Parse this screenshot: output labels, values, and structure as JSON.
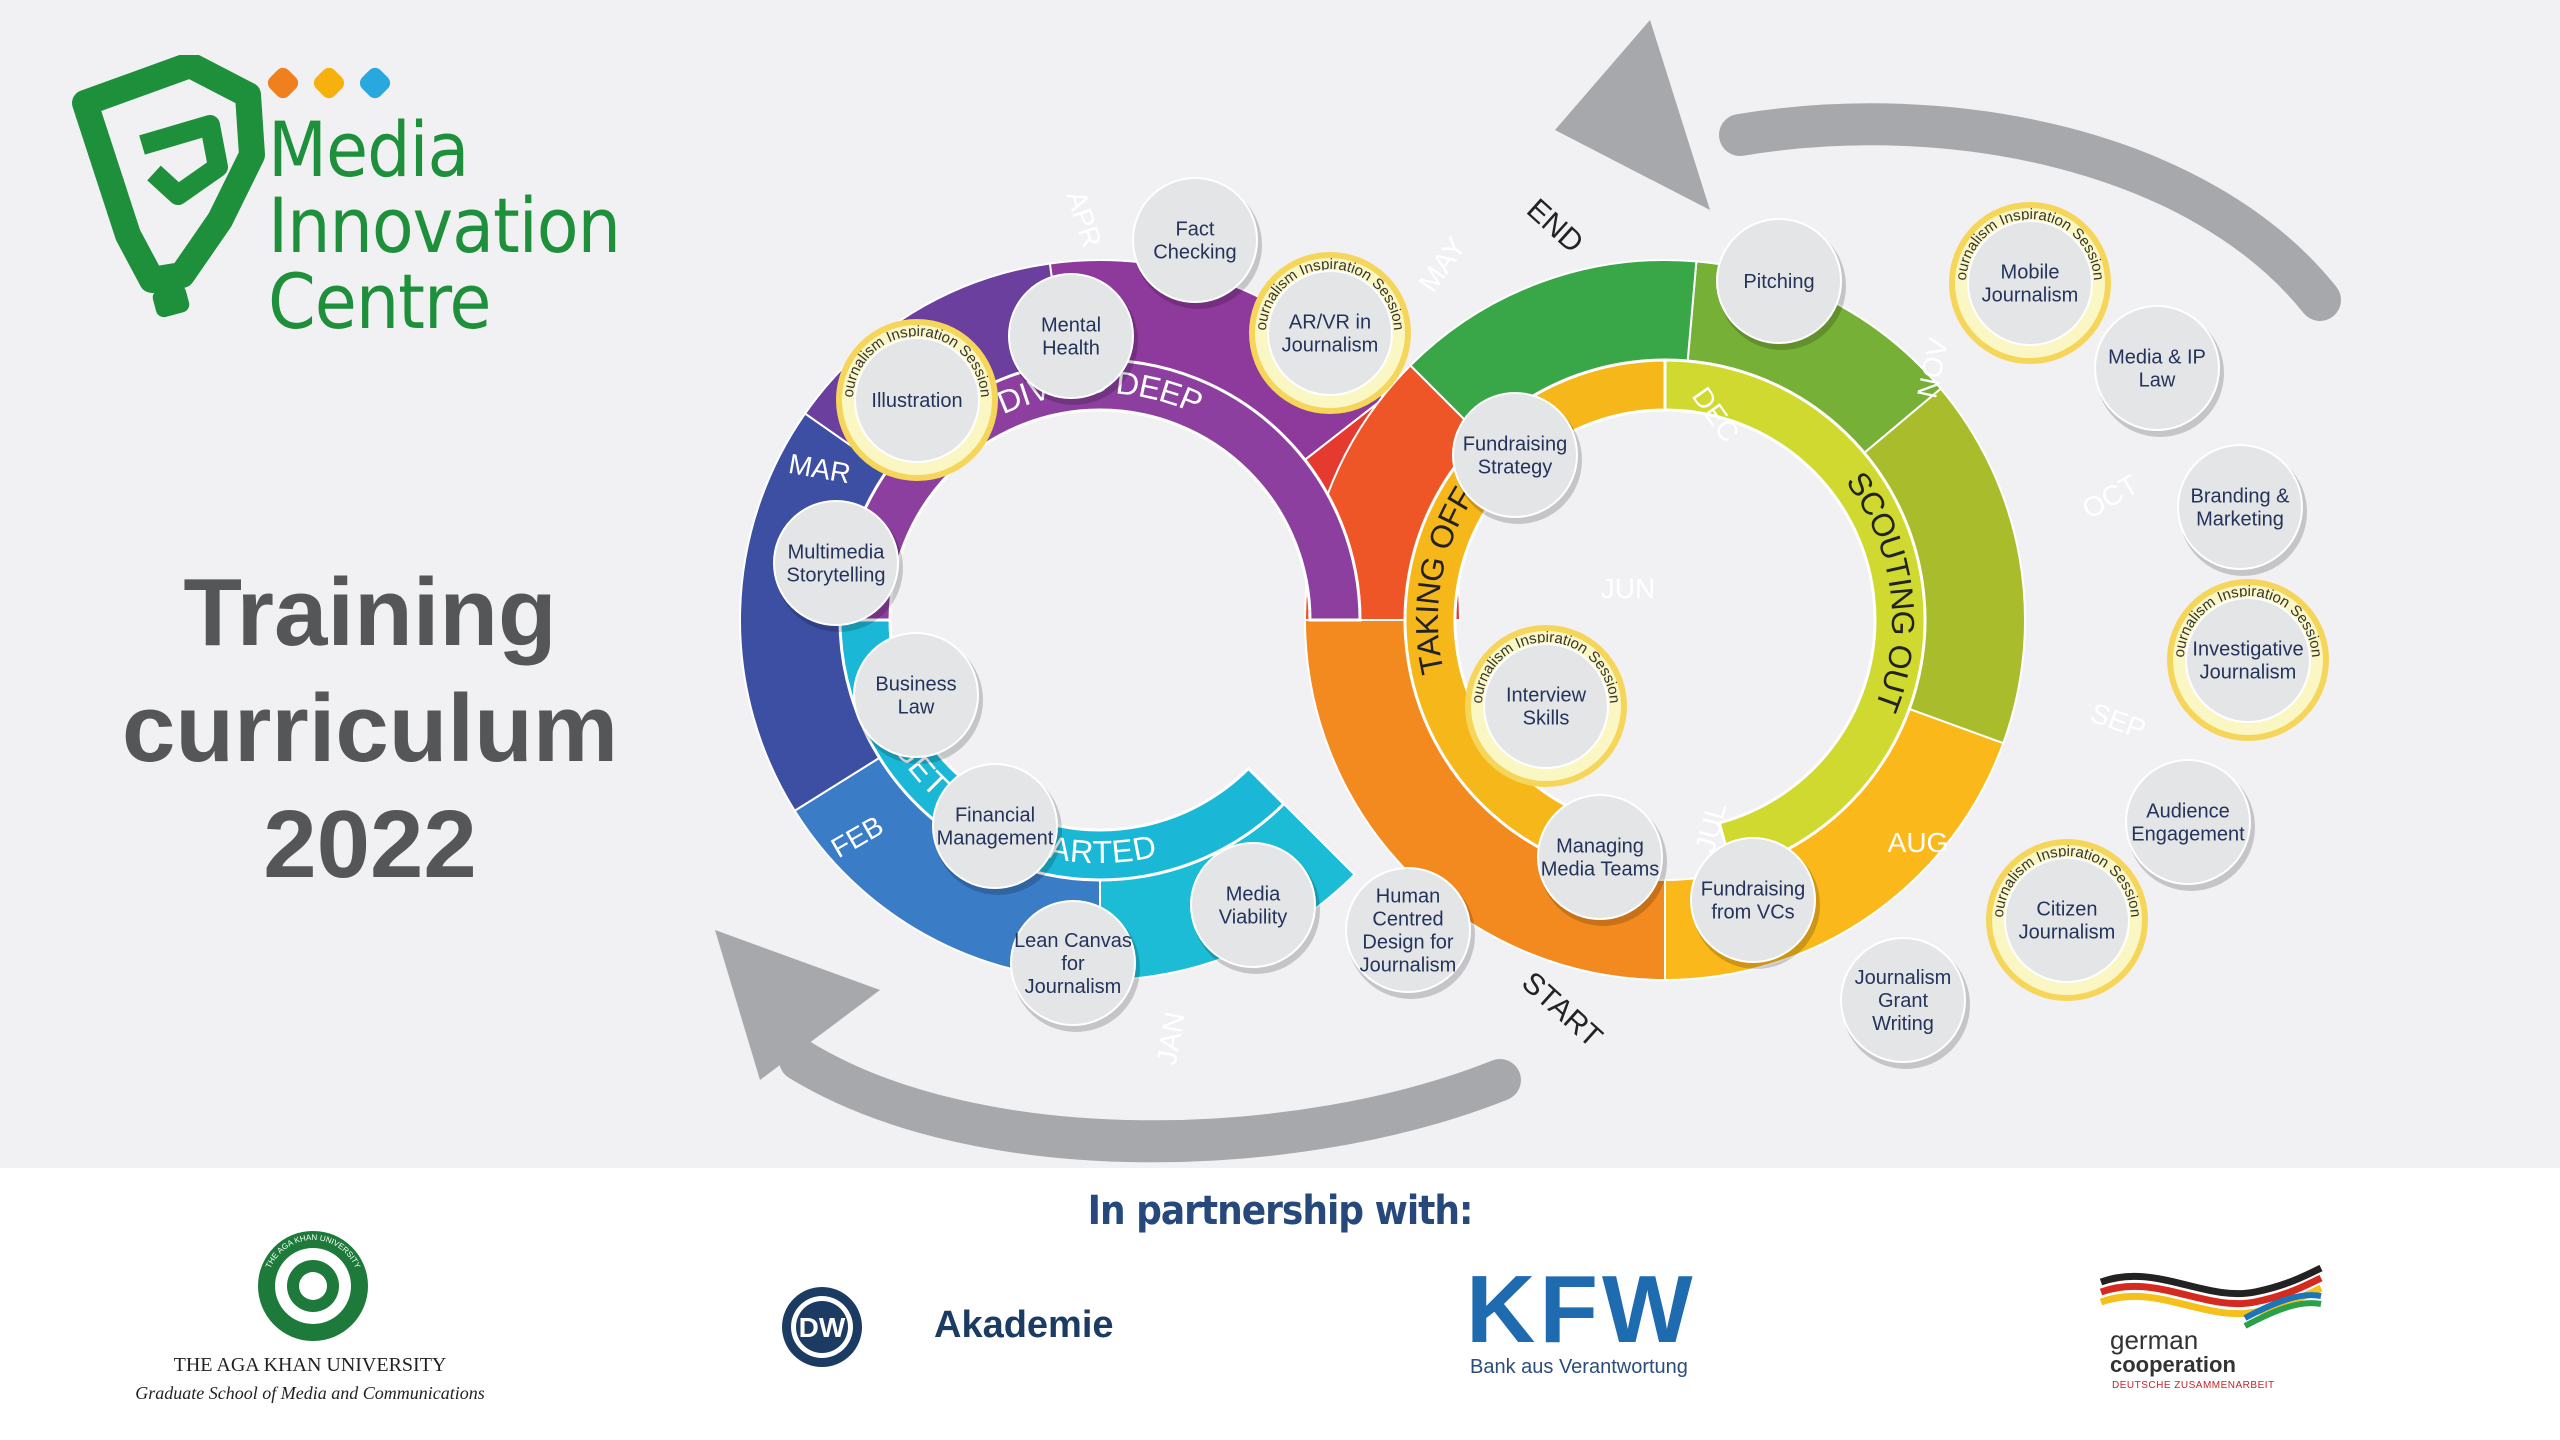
{
  "logo": {
    "lines": [
      "Media",
      "Innovation",
      "Centre"
    ],
    "color": "#1e8f3a",
    "dots": [
      "#f07f1e",
      "#f6b10f",
      "#29a8df"
    ]
  },
  "title_lines": [
    "Training",
    "curriculum",
    "2022"
  ],
  "markers": {
    "start": "START",
    "end": "END"
  },
  "phases": [
    {
      "name": "GETTING STARTED",
      "color": "#1bb7d6"
    },
    {
      "name": "DIVING DEEP",
      "color": "#8d3fa0"
    },
    {
      "name": "TAKING OFF",
      "color": "#f6b71b"
    },
    {
      "name": "SCOUTING OUT",
      "color": "#cfd92f"
    }
  ],
  "months": [
    {
      "label": "JAN",
      "color": "#1dbcd6",
      "topics": [
        "Media Viability",
        "Human Centred Design for Journalism"
      ]
    },
    {
      "label": "FEB",
      "color": "#3a7dc6",
      "topics": [
        "Financial Management",
        "Lean Canvas for Journalism"
      ]
    },
    {
      "label": "MAR",
      "color": "#3d4fa3",
      "topics": [
        "Multimedia Storytelling",
        "Business Law"
      ]
    },
    {
      "label": "APR",
      "color": "#6a3f9d",
      "topics": [
        "Illustration",
        "Mental Health"
      ]
    },
    {
      "label": "MAY",
      "color": "#8e3a9c",
      "topics": [
        "Fact Checking",
        "AR/VR in Journalism"
      ]
    },
    {
      "label": "JUN",
      "color": "#e53a2f",
      "topics": [
        "Fundraising Strategy"
      ]
    },
    {
      "label": "JUL",
      "color": "#ee5527",
      "topics": [
        "Interview Skills",
        "Managing Media Teams"
      ]
    },
    {
      "label": "AUG",
      "color": "#f38a1f",
      "topics": [
        "Fundraising from VCs",
        "Journalism Grant Writing"
      ]
    },
    {
      "label": "SEP",
      "color": "#fbb81a",
      "topics": [
        "Citizen Journalism",
        "Audience Engagement"
      ]
    },
    {
      "label": "OCT",
      "color": "#a9bc2c",
      "topics": [
        "Investigative Journalism",
        "Branding & Marketing"
      ]
    },
    {
      "label": "NOV",
      "color": "#77b037",
      "topics": [
        "Mobile Journalism",
        "Media & IP Law"
      ]
    },
    {
      "label": "DEC",
      "color": "#39a647",
      "topics": [
        "Pitching"
      ]
    }
  ],
  "inspiration_label": "Journalism Inspiration Sessions",
  "partners": {
    "heading": "In partnership with:",
    "aku": {
      "name": "THE AGA KHAN UNIVERSITY",
      "school": "Graduate School of Media and Communications",
      "seal_text": "THE AGA KHAN UNIVERSITY"
    },
    "dw": {
      "monogram": "DW",
      "name": "Akademie"
    },
    "kfw": {
      "name": "KFW",
      "tagline": "Bank aus Verantwortung"
    },
    "gc": {
      "line1": "german",
      "line2": "cooperation",
      "line3": "DEUTSCHE ZUSAMMENARBEIT"
    }
  }
}
